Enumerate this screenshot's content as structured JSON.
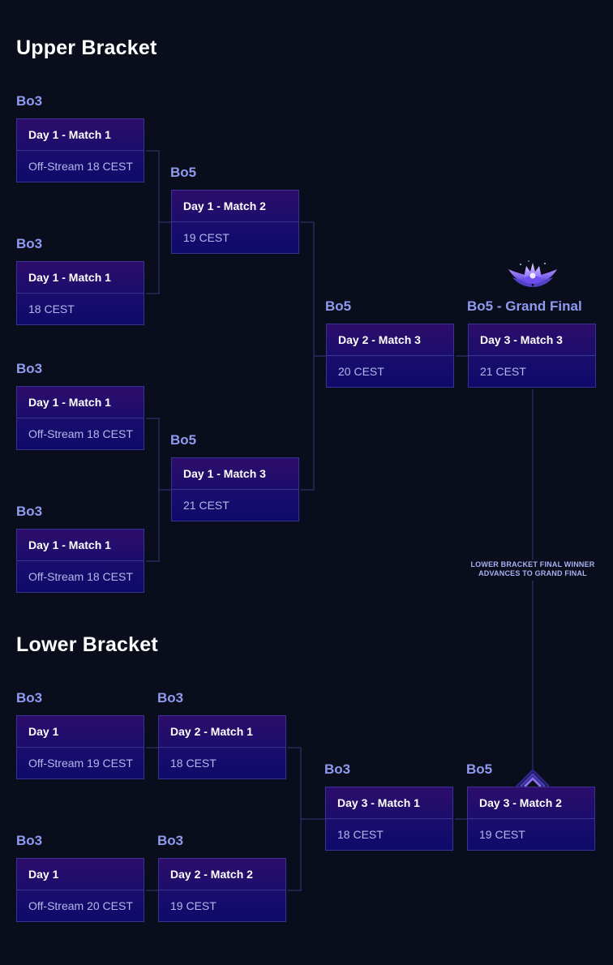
{
  "upper": {
    "title": "Upper Bracket",
    "r1": [
      {
        "format": "Bo3",
        "name": "Day 1 - Match 1",
        "time": "Off-Stream 18 CEST"
      },
      {
        "format": "Bo3",
        "name": "Day 1 - Match 1",
        "time": "18 CEST"
      },
      {
        "format": "Bo3",
        "name": "Day 1 - Match 1",
        "time": "Off-Stream 18 CEST"
      },
      {
        "format": "Bo3",
        "name": "Day 1 - Match 1",
        "time": "Off-Stream 18 CEST"
      }
    ],
    "r2": [
      {
        "format": "Bo5",
        "name": "Day 1 - Match 2",
        "time": "19 CEST"
      },
      {
        "format": "Bo5",
        "name": "Day 1 - Match 3",
        "time": "21 CEST"
      }
    ],
    "final": {
      "format": "Bo5",
      "name": "Day 2 - Match 3",
      "time": "20 CEST"
    },
    "grand_final": {
      "format": "Bo5 - Grand Final",
      "name": "Day 3 - Match 3",
      "time": "21 CEST"
    }
  },
  "note": "LOWER BRACKET FINAL WINNER ADVANCES TO GRAND FINAL",
  "lower": {
    "title": "Lower Bracket",
    "r1": [
      {
        "format": "Bo3",
        "name": "Day 1",
        "time": "Off-Stream 19 CEST"
      },
      {
        "format": "Bo3",
        "name": "Day 1",
        "time": "Off-Stream 20 CEST"
      }
    ],
    "r2": [
      {
        "format": "Bo3",
        "name": "Day 2 - Match 1",
        "time": "18 CEST"
      },
      {
        "format": "Bo3",
        "name": "Day 2 - Match 2",
        "time": "19 CEST"
      }
    ],
    "r3": {
      "format": "Bo3",
      "name": "Day 3 - Match 1",
      "time": "18 CEST"
    },
    "final": {
      "format": "Bo5",
      "name": "Day 3 - Match 2",
      "time": "19 CEST"
    }
  },
  "icons": {
    "trophy": "grand-final-trophy-icon",
    "chevron": "chevron-up-icon"
  },
  "colors": {
    "background": "#0a0d1c",
    "format_label": "#8f9bf0",
    "card_top": "#2d0d6b",
    "card_bottom": "#0e0a6a",
    "connector": "#3c357f"
  }
}
